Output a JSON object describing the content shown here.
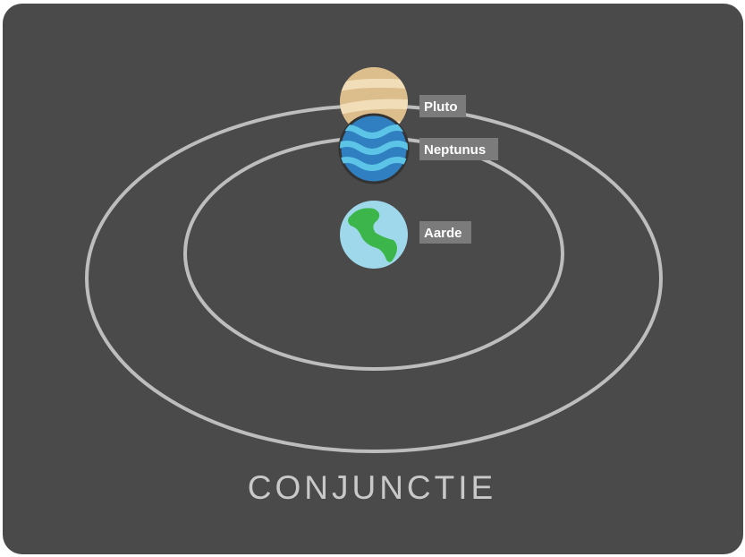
{
  "diagram": {
    "caption": "CONJUNCTIE",
    "planets": [
      {
        "name": "Pluto",
        "icon": "pluto-icon",
        "color": "#dcbd8c"
      },
      {
        "name": "Neptunus",
        "icon": "neptune-icon",
        "color": "#2f7fc1"
      },
      {
        "name": "Aarde",
        "icon": "earth-icon",
        "color": "#9ed8ea"
      }
    ],
    "colors": {
      "background": "#4a4a4a",
      "orbit": "#bdbdbd",
      "label_bg": "#7b7b7b",
      "caption": "#c9c9c9"
    }
  }
}
